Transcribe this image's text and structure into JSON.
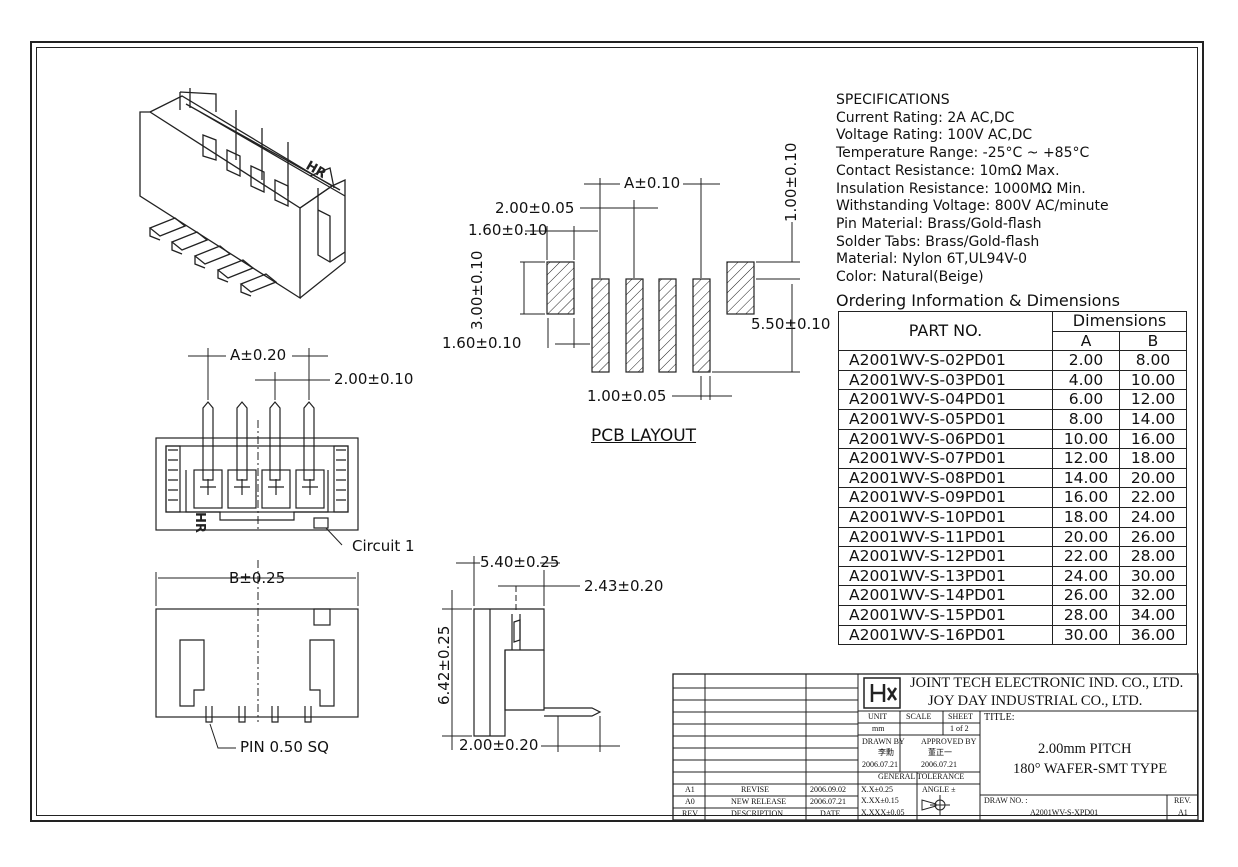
{
  "specifications": {
    "heading": "SPECIFICATIONS",
    "lines": [
      "Current Rating: 2A AC,DC",
      "Voltage Rating: 100V AC,DC",
      "Temperature Range: -25°C ~ +85°C",
      "Contact Resistance: 10mΩ Max.",
      "Insulation Resistance: 1000MΩ Min.",
      "Withstanding Voltage: 800V AC/minute",
      "Pin Material: Brass/Gold-flash",
      "Solder Tabs: Brass/Gold-flash",
      "Material: Nylon 6T,UL94V-0",
      "Color: Natural(Beige)"
    ]
  },
  "ordering": {
    "title": "Ordering Information & Dimensions",
    "part_no_header": "PART NO.",
    "dimensions_header": "Dimensions",
    "col_a": "A",
    "col_b": "B",
    "rows": [
      {
        "part": "A2001WV-S-02PD01",
        "a": "2.00",
        "b": "8.00"
      },
      {
        "part": "A2001WV-S-03PD01",
        "a": "4.00",
        "b": "10.00"
      },
      {
        "part": "A2001WV-S-04PD01",
        "a": "6.00",
        "b": "12.00"
      },
      {
        "part": "A2001WV-S-05PD01",
        "a": "8.00",
        "b": "14.00"
      },
      {
        "part": "A2001WV-S-06PD01",
        "a": "10.00",
        "b": "16.00"
      },
      {
        "part": "A2001WV-S-07PD01",
        "a": "12.00",
        "b": "18.00"
      },
      {
        "part": "A2001WV-S-08PD01",
        "a": "14.00",
        "b": "20.00"
      },
      {
        "part": "A2001WV-S-09PD01",
        "a": "16.00",
        "b": "22.00"
      },
      {
        "part": "A2001WV-S-10PD01",
        "a": "18.00",
        "b": "24.00"
      },
      {
        "part": "A2001WV-S-11PD01",
        "a": "20.00",
        "b": "26.00"
      },
      {
        "part": "A2001WV-S-12PD01",
        "a": "22.00",
        "b": "28.00"
      },
      {
        "part": "A2001WV-S-13PD01",
        "a": "24.00",
        "b": "30.00"
      },
      {
        "part": "A2001WV-S-14PD01",
        "a": "26.00",
        "b": "32.00"
      },
      {
        "part": "A2001WV-S-15PD01",
        "a": "28.00",
        "b": "34.00"
      },
      {
        "part": "A2001WV-S-16PD01",
        "a": "30.00",
        "b": "36.00"
      }
    ]
  },
  "pcb_layout": {
    "title": "PCB LAYOUT",
    "dim_a": "A±0.10",
    "dim_pitch": "2.00±0.05",
    "dim_tab_w": "1.60±0.10",
    "dim_tab_h": "3.00±0.10",
    "dim_tab_gap": "1.60±0.10",
    "dim_pad_w": "1.00±0.05",
    "dim_top": "1.00±0.10",
    "dim_total": "5.50±0.10"
  },
  "top_view": {
    "dim_a": "A±0.20",
    "dim_pitch": "2.00±0.10",
    "circuit_label": "Circuit 1",
    "hr_mark": "HR"
  },
  "front_view": {
    "dim_b": "B±0.25",
    "pin_label": "PIN 0.50 SQ"
  },
  "side_view": {
    "dim_depth": "5.40±0.25",
    "dim_offset": "2.43±0.20",
    "dim_height": "6.42±0.25",
    "dim_pitch": "2.00±0.20"
  },
  "title_block": {
    "company_1": "JOINT TECH ELECTRONIC IND. CO., LTD.",
    "company_2": "JOY DAY INDUSTRIAL CO., LTD.",
    "unit_label": "UNIT",
    "unit_value": "mm",
    "scale_label": "SCALE",
    "scale_value": "",
    "sheet_label": "SHEET",
    "sheet_value": "1 of 2",
    "title_label": "TITLE:",
    "title_line1": "2.00mm PITCH",
    "title_line2": "180° WAFER-SMT TYPE",
    "drawn_by_label": "DRAWN BY",
    "drawn_by_name": "李勳",
    "drawn_by_date": "2006.07.21",
    "approved_by_label": "APPROVED BY",
    "approved_by_name": "董正一",
    "approved_by_date": "2006.07.21",
    "general_tolerance": "GENERAL TOLERANCE",
    "tol_1": "X.X±0.25",
    "tol_2": "X.XX±0.15",
    "tol_3": "X.XXX±0.05",
    "angle_label": "ANGLE ±",
    "drawing_no_label": "DRAW NO. :",
    "drawing_no": "A2001WV-S-XPD01",
    "rev_label": "REV.",
    "rev_value": "A1",
    "revisions": [
      {
        "rev": "A1",
        "desc": "REVISE",
        "date": "2006.09.02"
      },
      {
        "rev": "A0",
        "desc": "NEW RELEASE",
        "date": "2006.07.21"
      }
    ],
    "rev_col_header": "REV.",
    "desc_col_header": "DESCRIPTION",
    "date_col_header": "DATE"
  }
}
